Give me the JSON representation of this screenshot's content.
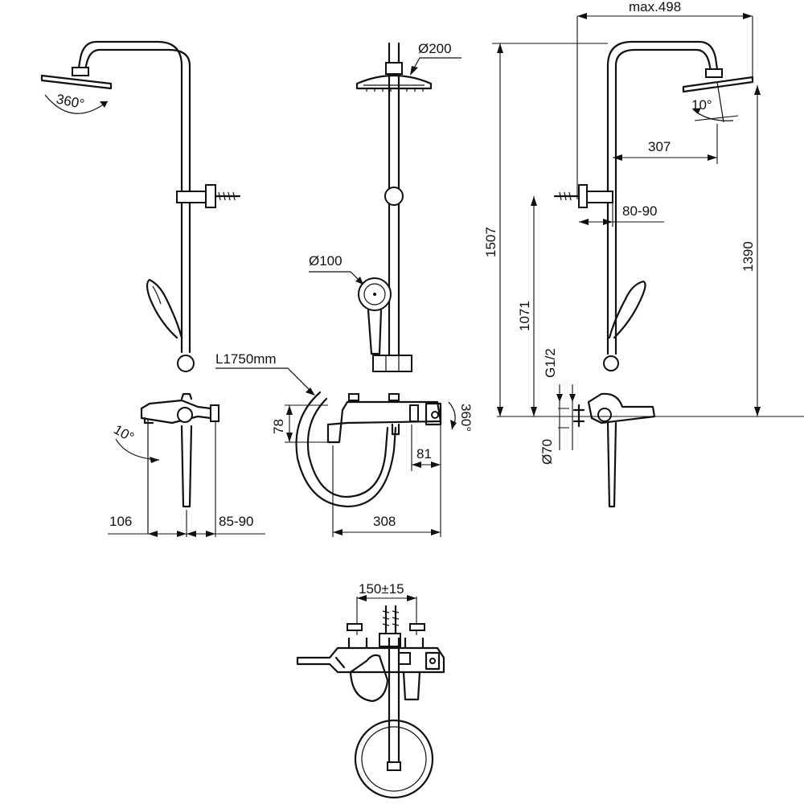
{
  "labels": {
    "rotation_360_head": "360°",
    "diameter_head": "Ø200",
    "max_width": "max.498",
    "tilt_head": "10°",
    "arm_reach": "307",
    "bracket_depth_right": "80-90",
    "total_height": "1507",
    "head_height": "1390",
    "inlet_height": "1071",
    "thread_size": "G1/2",
    "rosette_diameter": "Ø70",
    "diameter_hand": "Ø100",
    "hose_length": "L1750mm",
    "body_height": "78",
    "rotation_360_spout": "360°",
    "handle_offset": "81",
    "mixer_width": "308",
    "tilt_spout": "10°",
    "spout_projection": "106",
    "bracket_depth_left": "85-90",
    "centres": "150±15"
  },
  "colors": {
    "line": "#111111",
    "background": "#ffffff"
  }
}
